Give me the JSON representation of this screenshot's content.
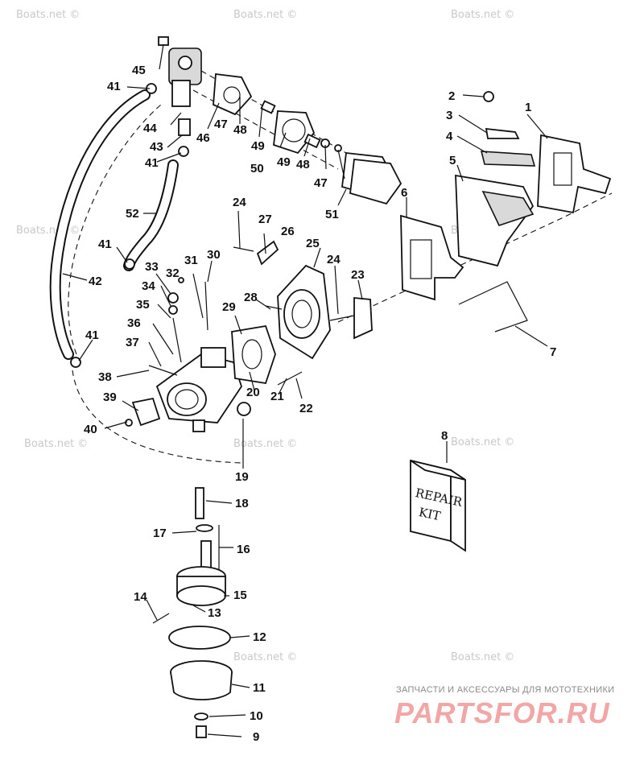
{
  "watermark": "Boats.net ©",
  "kit_label": {
    "line1": "REPAIR",
    "line2": "KIT"
  },
  "brand": {
    "tagline": "ЗАПЧАСТИ И АКСЕССУАРЫ ДЛЯ МОТОТЕХНИКИ",
    "name": "PARTSFOR.RU"
  },
  "callouts": {
    "c1": "1",
    "c2": "2",
    "c3": "3",
    "c4": "4",
    "c5": "5",
    "c6": "6",
    "c7": "7",
    "c8": "8",
    "c9": "9",
    "c10": "10",
    "c11": "11",
    "c12": "12",
    "c13": "13",
    "c14": "14",
    "c15": "15",
    "c16": "16",
    "c17": "17",
    "c18": "18",
    "c19": "19",
    "c20": "20",
    "c21": "21",
    "c22": "22",
    "c23": "23",
    "c24a": "24",
    "c24b": "24",
    "c25": "25",
    "c26": "26",
    "c27": "27",
    "c28": "28",
    "c29": "29",
    "c30": "30",
    "c31": "31",
    "c32": "32",
    "c33": "33",
    "c34": "34",
    "c35": "35",
    "c36": "36",
    "c37": "37",
    "c38": "38",
    "c39": "39",
    "c40": "40",
    "c41a": "41",
    "c41b": "41",
    "c41c": "41",
    "c41d": "41",
    "c42": "42",
    "c43": "43",
    "c44": "44",
    "c45": "45",
    "c46": "46",
    "c47a": "47",
    "c47b": "47",
    "c48a": "48",
    "c48b": "48",
    "c49a": "49",
    "c49b": "49",
    "c50": "50",
    "c51": "51",
    "c52": "52"
  }
}
